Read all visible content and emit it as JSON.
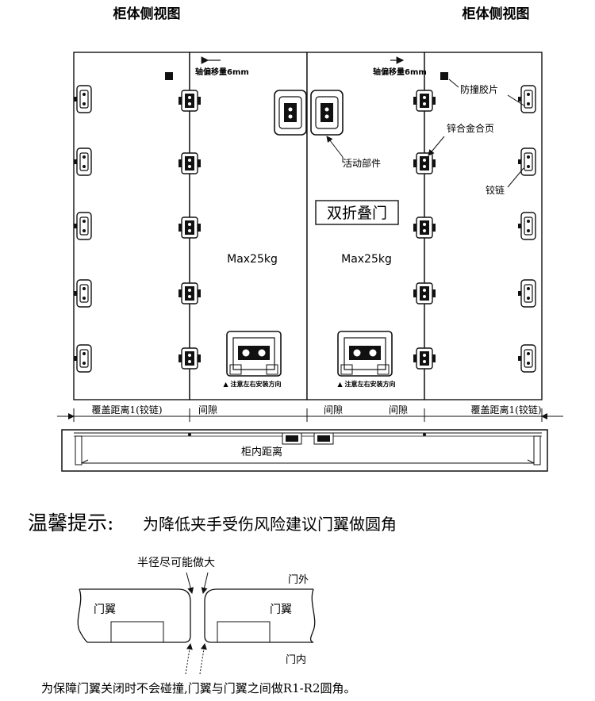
{
  "header": {
    "left_title": "柜体侧视图",
    "right_title": "柜体侧视图"
  },
  "top_diagram": {
    "shift_left": "轴偏移量6mm",
    "shift_right": "轴偏移量6mm",
    "bumper_label": "防撞胶片",
    "zinc_hinge_label": "锌合金合页",
    "hinge_label": "铰链",
    "moving_part_label": "活动部件",
    "bifold_title": "双折叠门",
    "max_weight_left": "Max25kg",
    "max_weight_right": "Max25kg",
    "install_note_left": "▲ 注意左右安装方向",
    "install_note_right": "▲ 注意左右安装方向"
  },
  "dimensions": {
    "overlay_left": "覆盖距离1(铰链)",
    "overlay_right": "覆盖距离1(铰链)",
    "gap_1": "间隙",
    "gap_2": "间隙",
    "gap_3": "间隙",
    "inner_distance": "柜内距离"
  },
  "tips": {
    "heading": "温馨提示:",
    "text": "为降低夹手受伤风险建议门翼做圆角"
  },
  "bottom_diagram": {
    "radius_label": "半径尽可能做大",
    "outside_label": "门外",
    "wing_left": "门翼",
    "wing_right": "门翼",
    "inside_label": "门内",
    "footer_note": "为保障门翼关闭时不会碰撞,门翼与门翼之间做R1-R2圆角。"
  }
}
